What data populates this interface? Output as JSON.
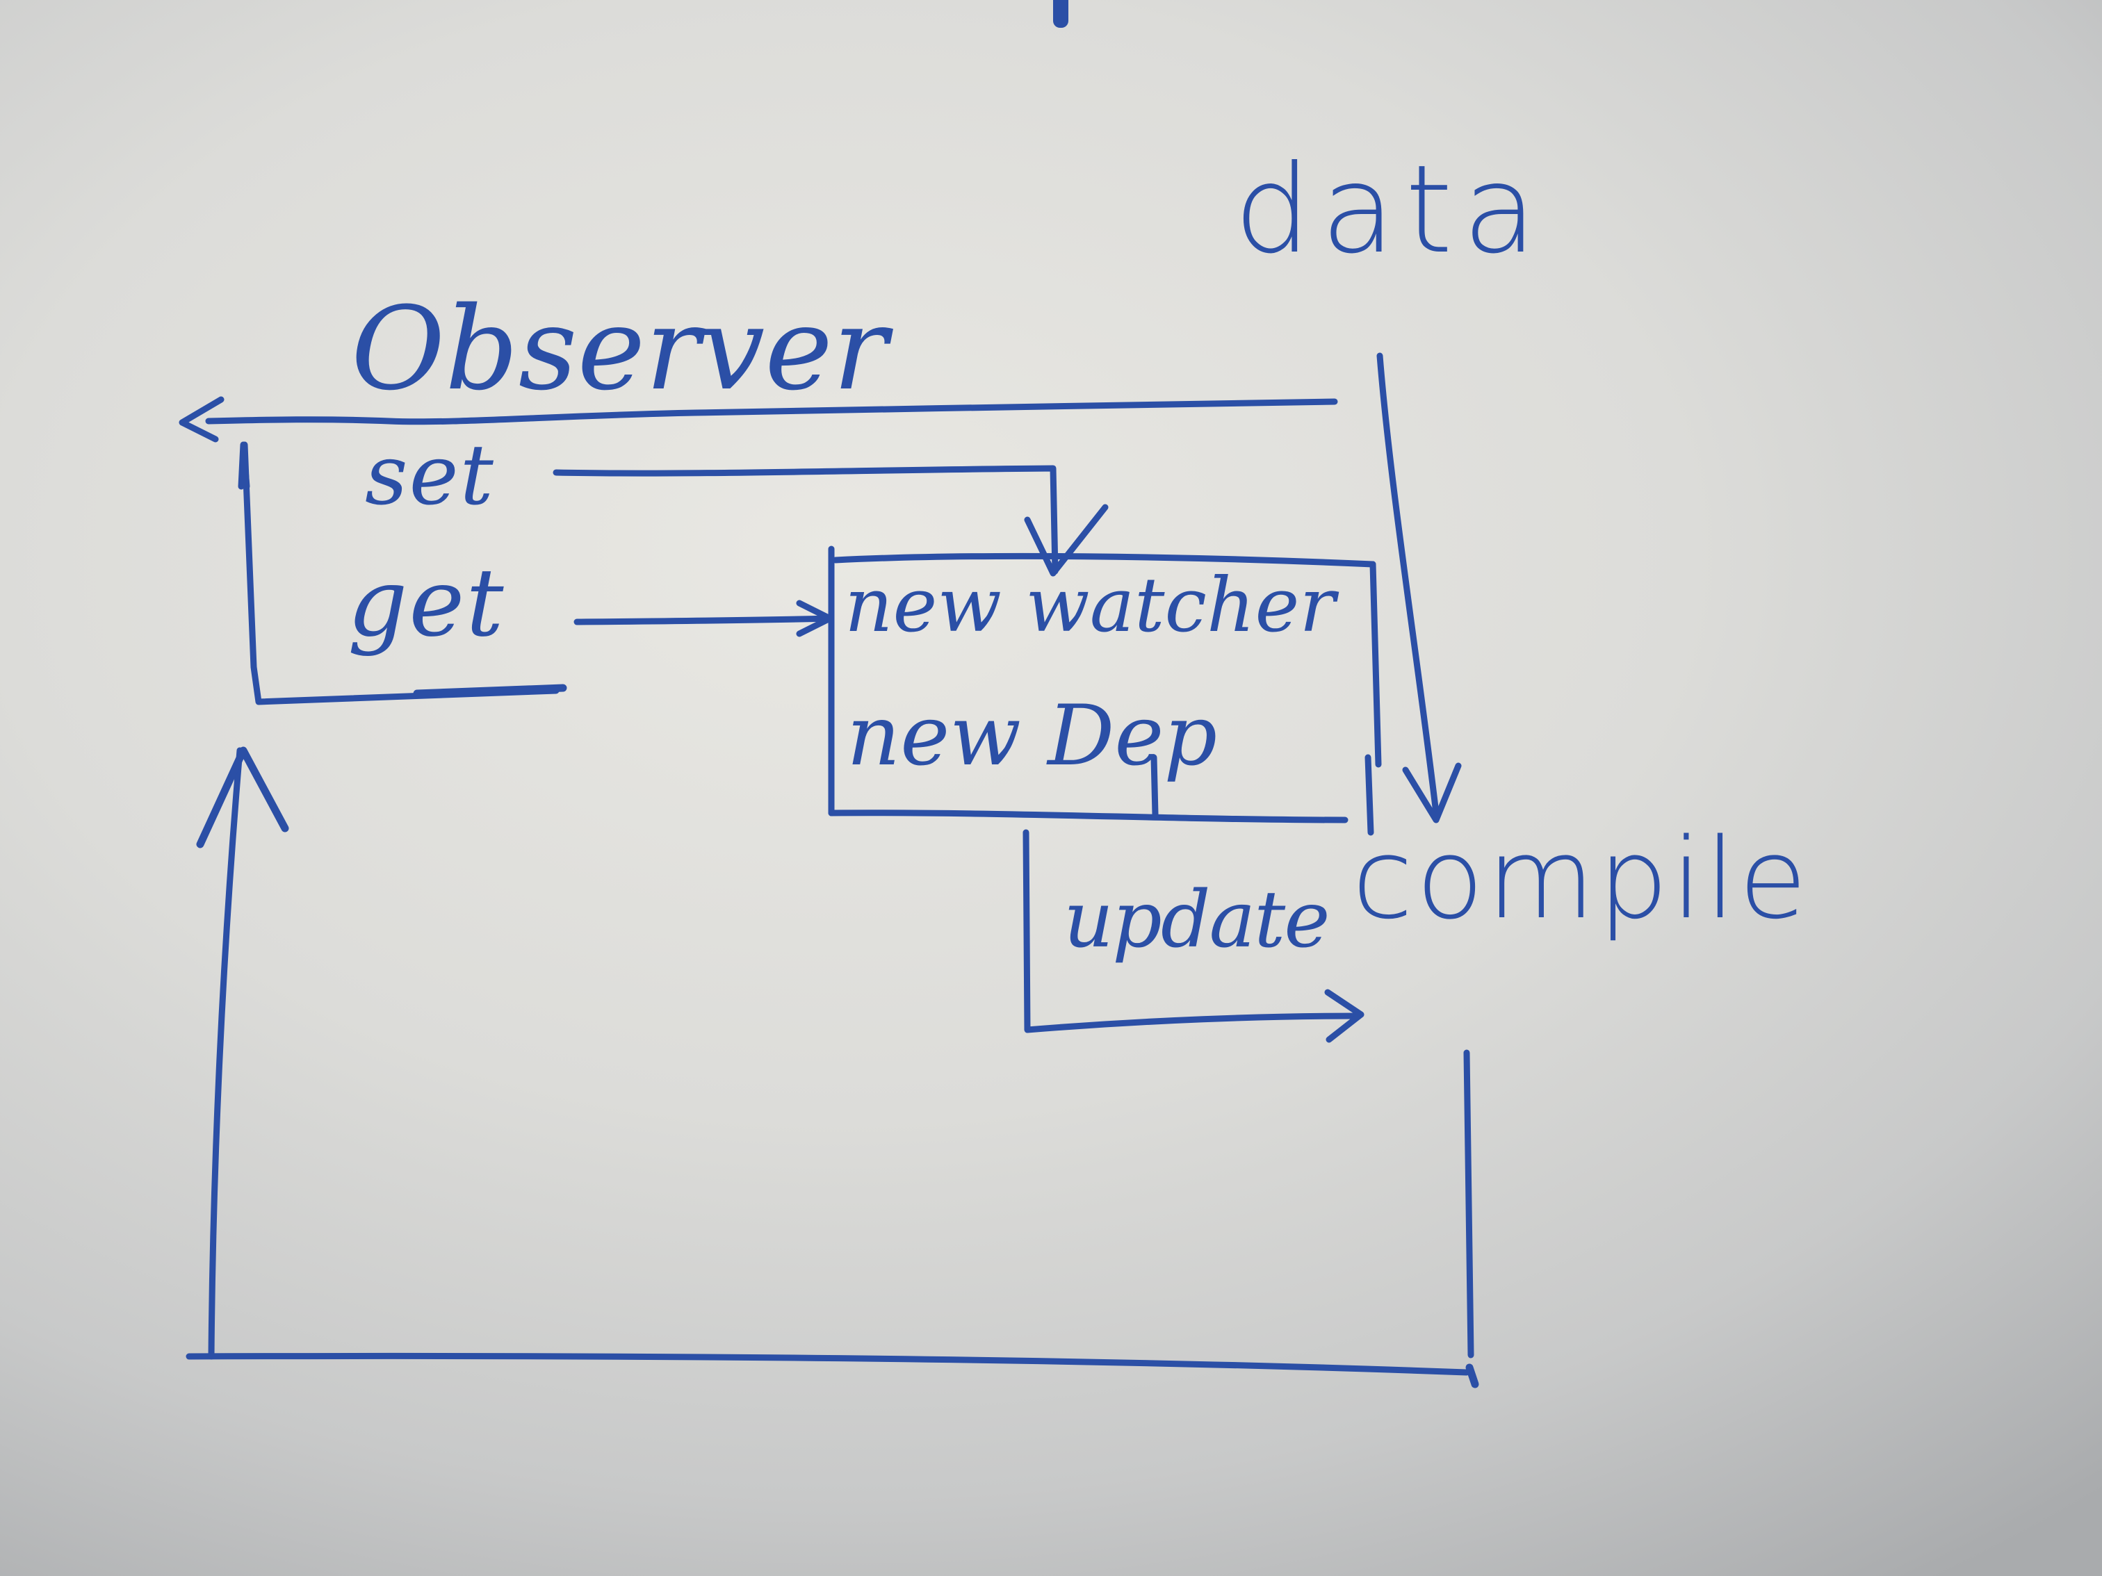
{
  "diagram": {
    "title": "Observer / Watcher / Compile data-binding flow (hand-drawn)",
    "ink_color": "#2b4fa6",
    "paper_color": "#e4e3df",
    "nodes": {
      "data": {
        "label": "data"
      },
      "observer": {
        "label": "Observer"
      },
      "set": {
        "label": "set"
      },
      "get": {
        "label": "get"
      },
      "watcher": {
        "label": "new watcher"
      },
      "dep": {
        "label": "new Dep"
      },
      "update": {
        "label": "update"
      },
      "compile": {
        "label": "compile"
      }
    },
    "edges": [
      {
        "from": "data",
        "to": "observer",
        "label": ""
      },
      {
        "from": "data",
        "to": "compile",
        "label": ""
      },
      {
        "from": "set",
        "to": "watcher",
        "label": ""
      },
      {
        "from": "get",
        "to": "watcher",
        "label": ""
      },
      {
        "from": "dep",
        "to": "compile",
        "label": "update"
      },
      {
        "from": "compile",
        "to": "observer",
        "label": ""
      }
    ],
    "groups": [
      {
        "name": "watcher-box",
        "members": [
          "watcher",
          "dep"
        ]
      },
      {
        "name": "observer-bracket",
        "members": [
          "set",
          "get"
        ]
      }
    ]
  }
}
